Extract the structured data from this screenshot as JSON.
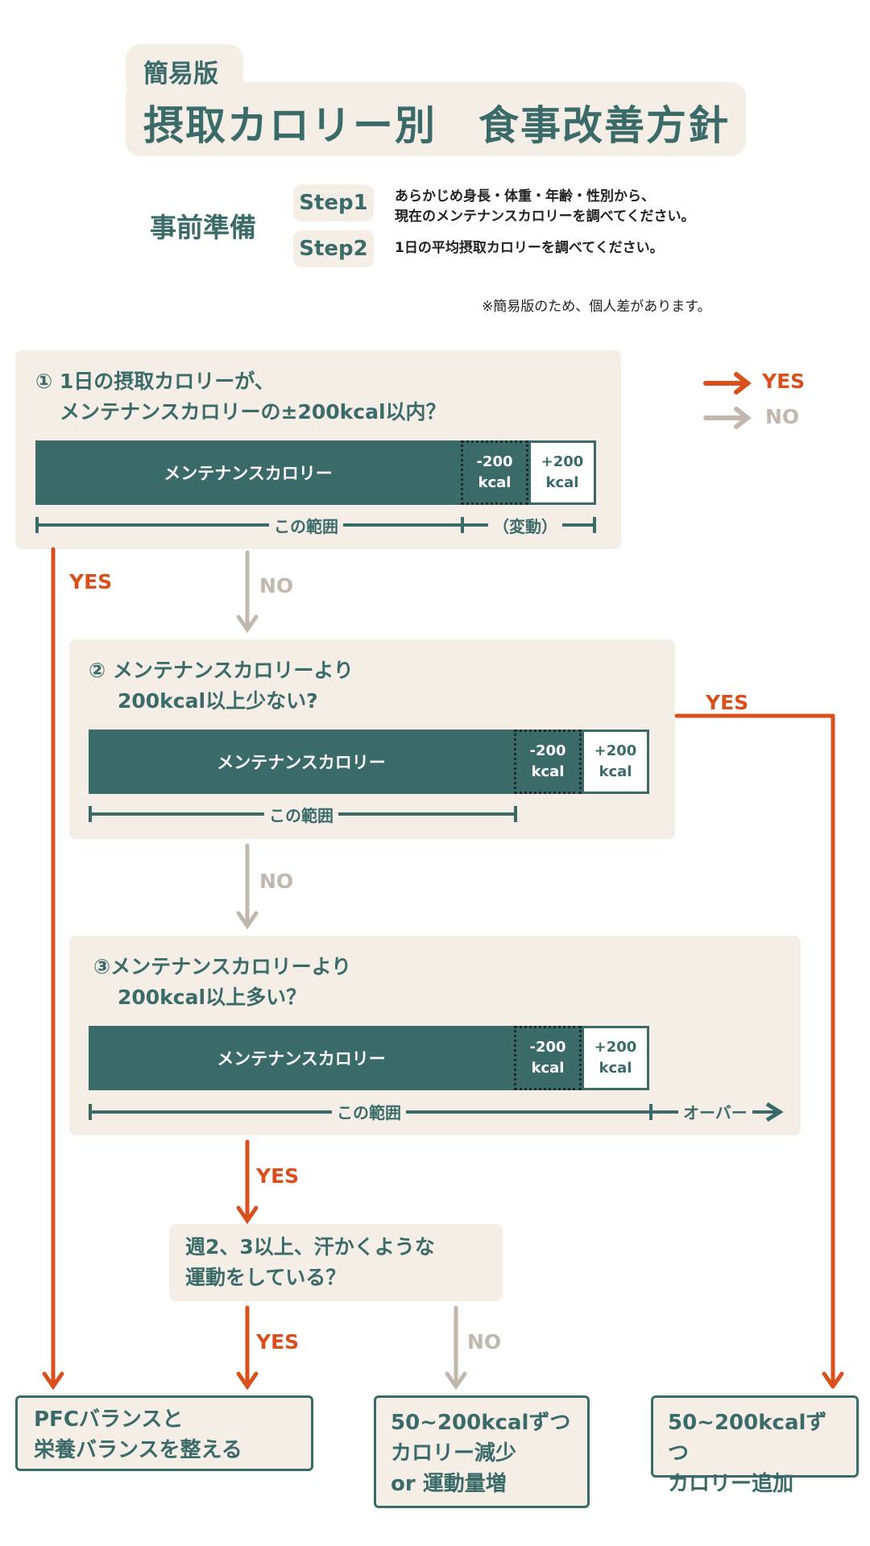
{
  "header": {
    "subtitle": "簡易版",
    "title": "摂取カロリー別　食事改善方針"
  },
  "prep": {
    "label": "事前準備",
    "step1_label": "Step1",
    "step1_text_line1": "あらかじめ身長・体重・年齢・性別から、",
    "step1_text_line2": "現在のメンテナンスカロリーを調べてください。",
    "step2_label": "Step2",
    "step2_text": "1日の平均摂取カロリーを調べてください。",
    "note": "※簡易版のため、個人差があります。"
  },
  "legend": {
    "yes": "YES",
    "no": "NO"
  },
  "q1": {
    "line1": "① 1日の摂取カロリーが、",
    "line2": "メンテナンスカロリーの±200kcal以内？",
    "bar_main": "メンテナンスカロリー",
    "minus_a": "-200",
    "minus_b": "kcal",
    "plus_a": "+200",
    "plus_b": "kcal",
    "range": "この範囲",
    "variable": "（変動）"
  },
  "q2": {
    "line1": "② メンテナンスカロリーより",
    "line2": "200kcal以上少ない?",
    "bar_main": "メンテナンスカロリー",
    "minus_a": "-200",
    "minus_b": "kcal",
    "plus_a": "+200",
    "plus_b": "kcal",
    "range": "この範囲"
  },
  "q3": {
    "line1": "③メンテナンスカロリーより",
    "line2": "200kcal以上多い？",
    "bar_main": "メンテナンスカロリー",
    "minus_a": "-200",
    "minus_b": "kcal",
    "plus_a": "+200",
    "plus_b": "kcal",
    "range": "この範囲",
    "over": "オーバー"
  },
  "q4": {
    "line1": "週2、3以上、汗かくような",
    "line2": "運動をしている？"
  },
  "arrows": {
    "q1_yes": "YES",
    "q1_no": "NO",
    "q2_yes": "YES",
    "q2_no": "NO",
    "q3_yes": "YES",
    "q4_yes": "YES",
    "q4_no": "NO"
  },
  "results": {
    "balance_line1": "PFCバランスと",
    "balance_line2": "栄養バランスを整える",
    "reduce_line1": "50~200kcalずつ",
    "reduce_line2": "カロリー減少",
    "reduce_line3": "or 運動量増",
    "add_line1": "50~200kcalずつ",
    "add_line2": "カロリー追加"
  },
  "colors": {
    "teal": "#3b6b69",
    "orange": "#d9501c",
    "gray": "#c2b7ac",
    "beige": "#f5eee7"
  }
}
